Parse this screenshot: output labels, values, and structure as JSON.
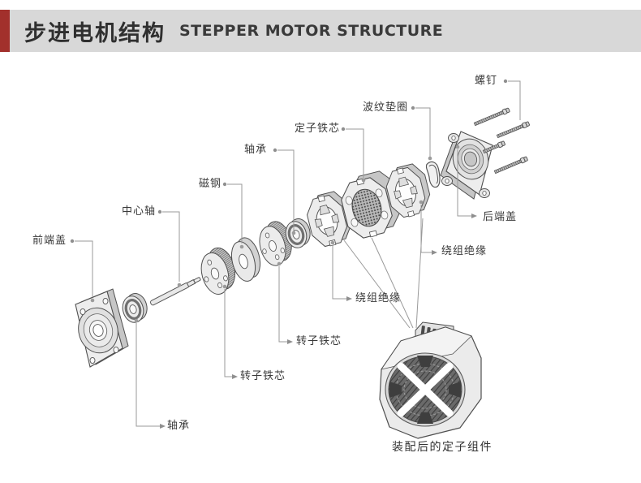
{
  "header": {
    "title_zh": "步进电机结构",
    "title_en": "STEPPER MOTOR STRUCTURE",
    "accent_color": "#a2302c",
    "bar_color": "#d8d8d8"
  },
  "labels": {
    "screws": "螺钉",
    "wave_washer": "波纹垫圈",
    "stator_core": "定子铁芯",
    "bearing_top": "轴承",
    "magnet": "磁钢",
    "center_shaft": "中心轴",
    "front_cover": "前端盖",
    "rear_cover": "后端盖",
    "winding_insulation_right": "绕组绝缘",
    "winding_insulation_mid": "绕组绝缘",
    "rotor_core_upper": "转子铁芯",
    "rotor_core_lower": "转子铁芯",
    "bearing_bottom": "轴承",
    "assembled_stator_caption": "装配后的定子组件"
  },
  "colors": {
    "part_face": "#ededed",
    "part_side": "#c7c7c7",
    "outline": "#4f4f4f",
    "leader_line": "#9a9a9a",
    "label_text": "#3a3a3a"
  }
}
